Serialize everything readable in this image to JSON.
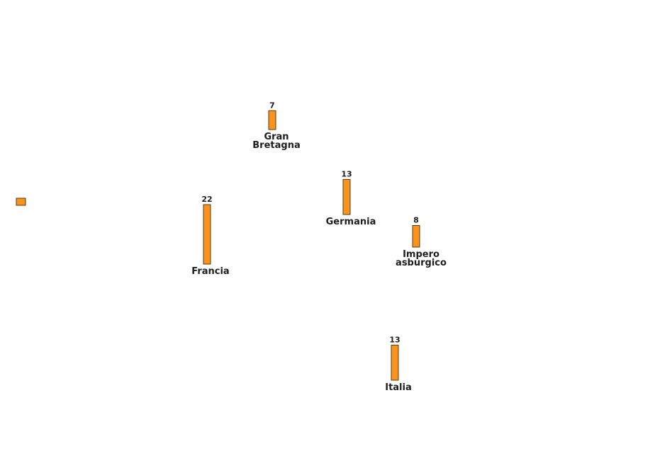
{
  "chart_data": {
    "type": "bar",
    "colors": {
      "bar": "#f7931e",
      "stroke": "#5a3a10"
    },
    "categories": [
      "Gran Bretagna",
      "Germania",
      "Francia",
      "Impero asburgico",
      "Italia"
    ],
    "values": [
      7,
      13,
      22,
      8,
      13
    ],
    "value_labels": [
      "7",
      "13",
      "22",
      "8",
      "13"
    ],
    "legend_swatch": true
  }
}
